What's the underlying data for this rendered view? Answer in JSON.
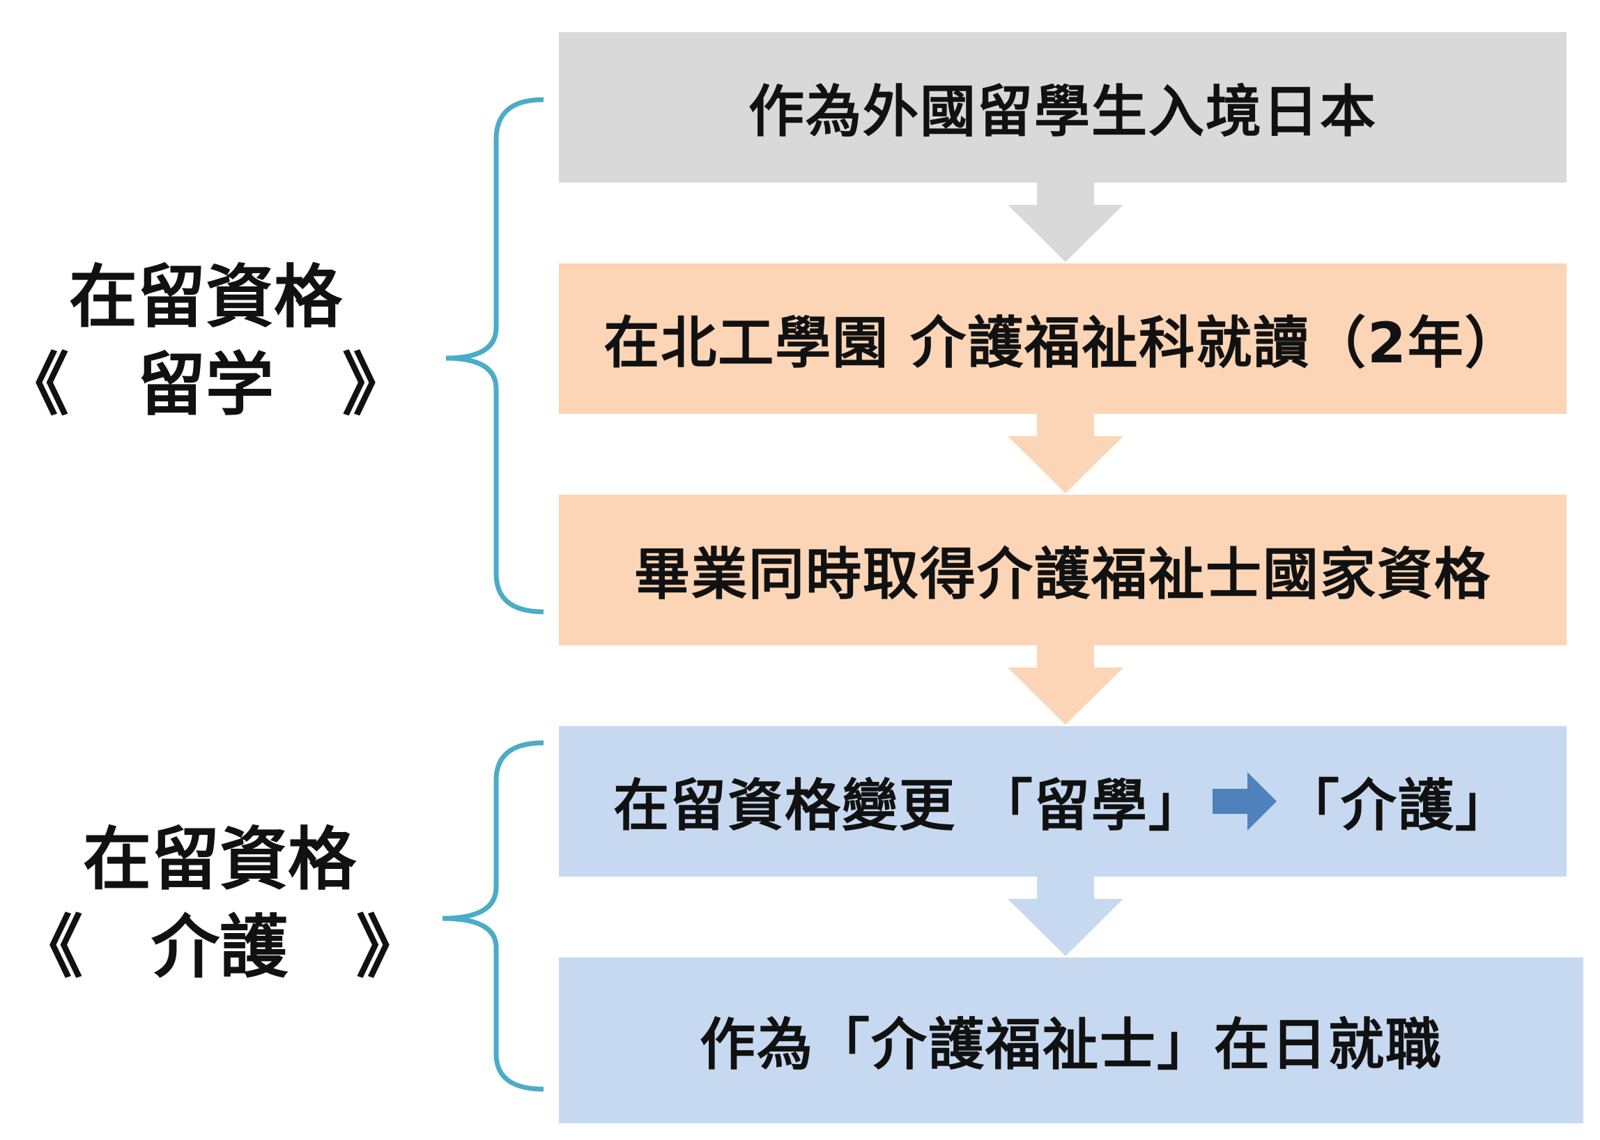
{
  "groups": [
    {
      "line1": "在留資格",
      "line2": "《　留学　》",
      "bracket_color": "#4bacc6"
    },
    {
      "line1": "在留資格",
      "line2": "《　介護　》",
      "bracket_color": "#4bacc6"
    }
  ],
  "steps": [
    {
      "text": "作為外國留學生入境日本",
      "color": "#d9d9d9"
    },
    {
      "text": "在北工學園 介護福祉科就讀（2年）",
      "color": "#fbd5b5"
    },
    {
      "text": "畢業同時取得介護福祉士國家資格",
      "color": "#fbd5b5"
    },
    {
      "text_before": "在留資格變更 「留學」",
      "text_after": "「介護」",
      "color": "#c6d9f1",
      "inline_arrow_color": "#4f81bd"
    },
    {
      "text": "作為「介護福祉士」在日就職",
      "color": "#c6d9f1"
    }
  ],
  "connectors": [
    {
      "color": "#d9d9d9"
    },
    {
      "color": "#fbd5b5"
    },
    {
      "color": "#fbd5b5"
    },
    {
      "color": "#c6d9f1"
    }
  ]
}
